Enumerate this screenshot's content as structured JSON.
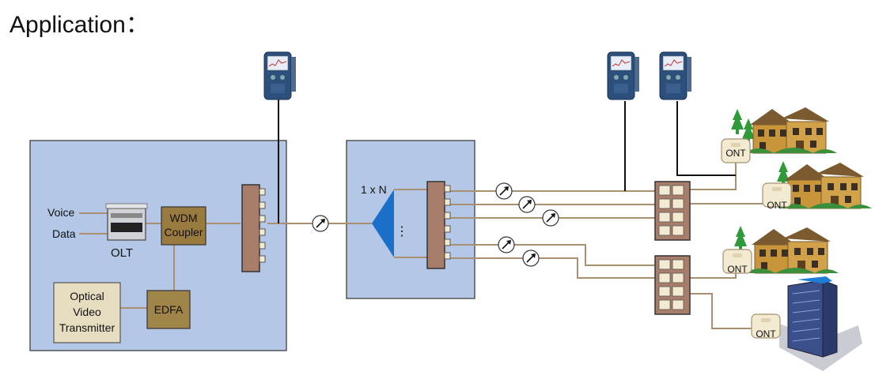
{
  "title": "Application：",
  "central_office": {
    "inputs": [
      "Voice",
      "Data"
    ],
    "olt_label": "OLT",
    "wdm_lines": [
      "WDM",
      "Coupler"
    ],
    "edfa_label": "EDFA",
    "transmitter_lines": [
      "Optical",
      "Video",
      "Transmitter"
    ]
  },
  "splitter": {
    "label": "1 x N",
    "dots": "⋮"
  },
  "ont_label": "ONT",
  "icons": {
    "tester": "otdr-handheld-icon",
    "house": "house-icon",
    "building": "office-building-icon",
    "direction": "signal-direction-icon"
  },
  "colors": {
    "panel_fill": "#b4c7e7",
    "panel_stroke": "#555555",
    "fiber": "#a89070",
    "wdm_fill": "#9a7b3f",
    "edfa_fill": "#a08549",
    "transmitter_fill": "#e6dcc0",
    "connector_fill": "#a87d6a",
    "splitter_blue": "#1a6fc9",
    "ont_fill": "#f3ead2",
    "house_wall": "#c8953b",
    "tree_green": "#2f9a3a"
  }
}
